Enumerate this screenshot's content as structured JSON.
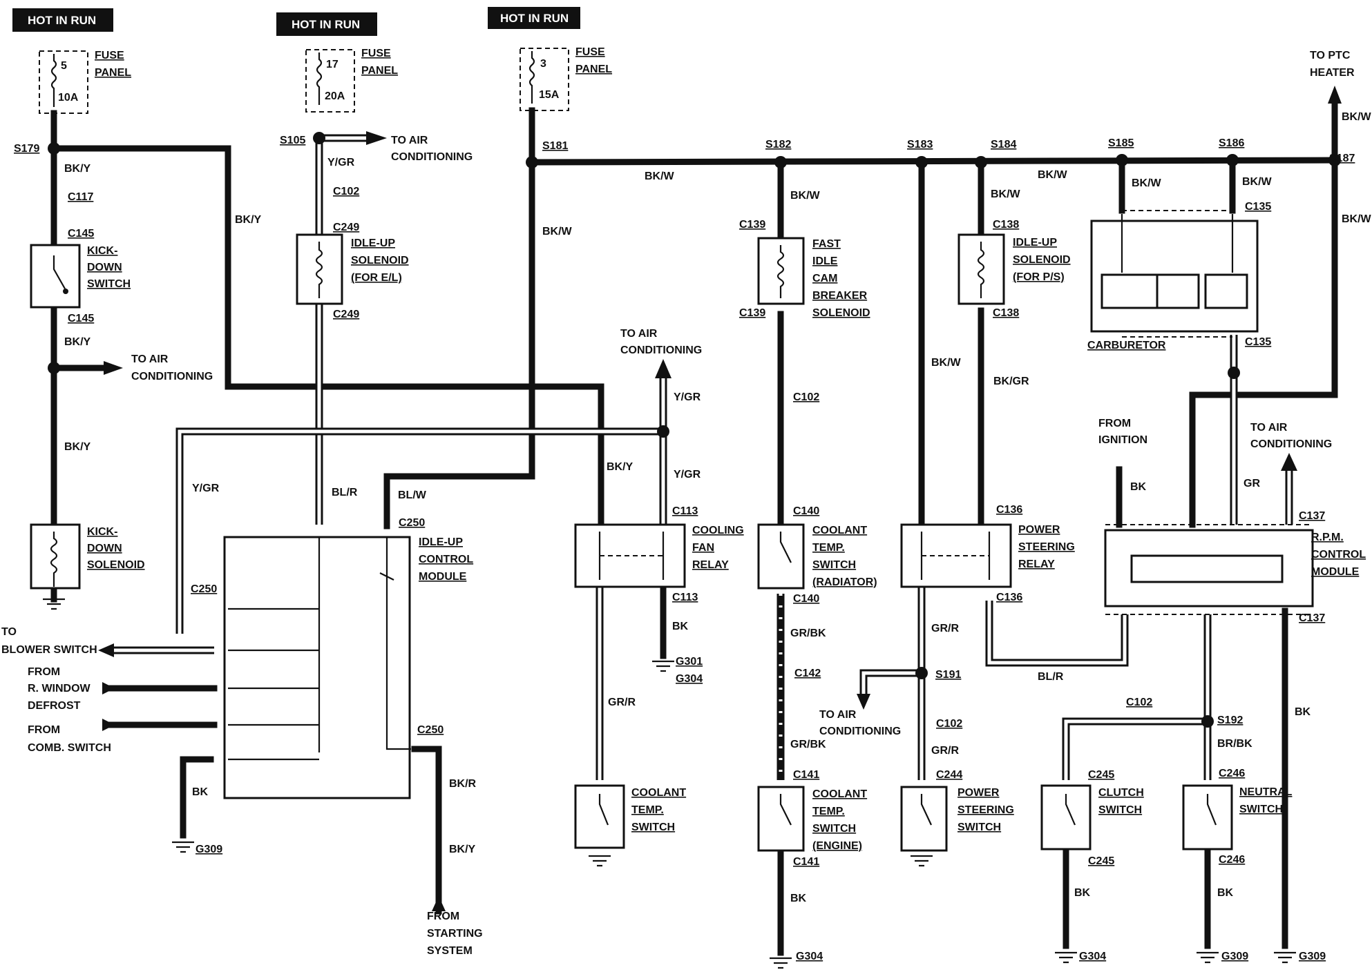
{
  "hot_in_run": [
    "HOT IN RUN",
    "HOT IN RUN",
    "HOT IN RUN"
  ],
  "fuses": [
    {
      "num": "5",
      "amp": "10A",
      "label1": "FUSE",
      "label2": "PANEL"
    },
    {
      "num": "17",
      "amp": "20A",
      "label1": "FUSE",
      "label2": "PANEL"
    },
    {
      "num": "3",
      "amp": "15A",
      "label1": "FUSE",
      "label2": "PANEL"
    }
  ],
  "splices": {
    "s179": "S179",
    "s105": "S105",
    "s181": "S181",
    "s182": "S182",
    "s183": "S183",
    "s184": "S184",
    "s185": "S185",
    "s186": "S186",
    "s187": "S187",
    "s191": "S191",
    "s192": "S192"
  },
  "connectors": {
    "c117": "C117",
    "c145a": "C145",
    "c145b": "C145",
    "c102a": "C102",
    "c249a": "C249",
    "c249b": "C249",
    "c250a": "C250",
    "c250b": "C250",
    "c250c": "C250",
    "c113a": "C113",
    "c113b": "C113",
    "c139a": "C139",
    "c139b": "C139",
    "c102b": "C102",
    "c140a": "C140",
    "c140b": "C140",
    "c142": "C142",
    "c141a": "C141",
    "c141b": "C141",
    "c138a": "C138",
    "c138b": "C138",
    "c136a": "C136",
    "c136b": "C136",
    "c102c": "C102",
    "c244": "C244",
    "c135a": "C135",
    "c135b": "C135",
    "c137a": "C137",
    "c137b": "C137",
    "c102d": "C102",
    "c245a": "C245",
    "c245b": "C245",
    "c246a": "C246",
    "c246b": "C246"
  },
  "grounds": {
    "g309a": "G309",
    "g301": "G301",
    "g304a": "G304",
    "g304b": "G304",
    "g304c": "G304",
    "g309b": "G309",
    "g309c": "G309"
  },
  "wire_colors": {
    "bky1": "BK/Y",
    "bky2": "BK/Y",
    "bky3": "BK/Y",
    "bky4": "BK/Y",
    "bky5": "BK/Y",
    "ygr1": "Y/GR",
    "ygr2": "Y/GR",
    "ygr3": "Y/GR",
    "ygr4": "Y/GR",
    "bkw1": "BK/W",
    "bkw2": "BK/W",
    "bkw3": "BK/W",
    "bkw4": "BK/W",
    "bkw5": "BK/W",
    "bkw6": "BK/W",
    "bkw7": "BK/W",
    "bkw8": "BK/W",
    "bkw9": "BK/W",
    "bkw10": "BK/W",
    "blr1": "BL/R",
    "blr2": "BL/R",
    "blw": "BL/W",
    "bkr": "BK/R",
    "bk1": "BK",
    "bk2": "BK",
    "bk3": "BK",
    "bk4": "BK",
    "bk5": "BK",
    "bk6": "BK",
    "bk7": "BK",
    "grr1": "GR/R",
    "grr2": "GR/R",
    "grr3": "GR/R",
    "grbk1": "GR/BK",
    "grbk2": "GR/BK",
    "bkgr": "BK/GR",
    "gr": "GR",
    "brbk": "BR/BK"
  },
  "components": {
    "kickdown_switch": [
      "KICK-",
      "DOWN",
      "SWITCH"
    ],
    "kickdown_solenoid": [
      "KICK-",
      "DOWN",
      "SOLENOID"
    ],
    "idleup_solenoid_el": [
      "IDLE-UP",
      "SOLENOID",
      "(FOR E/L)"
    ],
    "idleup_module": [
      "IDLE-UP",
      "CONTROL",
      "MODULE"
    ],
    "cooling_fan_relay": [
      "COOLING",
      "FAN",
      "RELAY"
    ],
    "coolant_temp_switch": [
      "COOLANT",
      "TEMP.",
      "SWITCH"
    ],
    "fast_idle": [
      "FAST",
      "IDLE",
      "CAM",
      "BREAKER",
      "SOLENOID"
    ],
    "coolant_radiator": [
      "COOLANT",
      "TEMP.",
      "SWITCH",
      "(RADIATOR)"
    ],
    "coolant_engine": [
      "COOLANT",
      "TEMP.",
      "SWITCH",
      "(ENGINE)"
    ],
    "idleup_solenoid_ps": [
      "IDLE-UP",
      "SOLENOID",
      "(FOR P/S)"
    ],
    "ps_relay": [
      "POWER",
      "STEERING",
      "RELAY"
    ],
    "ps_switch": [
      "POWER",
      "STEERING",
      "SWITCH"
    ],
    "carburetor": "CARBURETOR",
    "rpm_module": [
      "R.P.M.",
      "CONTROL",
      "MODULE"
    ],
    "clutch_switch": [
      "CLUTCH",
      "SWITCH"
    ],
    "neutral_switch": [
      "NEUTRAL",
      "SWITCH"
    ]
  },
  "destinations": {
    "to_ac_1": [
      "TO AIR",
      "CONDITIONING"
    ],
    "to_ac_2": [
      "TO AIR",
      "CONDITIONING"
    ],
    "to_ac_3": [
      "TO AIR",
      "CONDITIONING"
    ],
    "to_ac_4": [
      "TO AIR",
      "CONDITIONING"
    ],
    "to_ac_5": [
      "TO AIR",
      "CONDITIONING"
    ],
    "to_ptc": [
      "TO PTC",
      "HEATER"
    ],
    "to_blower": [
      "TO",
      "BLOWER SWITCH"
    ],
    "from_rwindow": [
      "FROM",
      "R. WINDOW",
      "DEFROST"
    ],
    "from_comb": [
      "FROM",
      "COMB. SWITCH"
    ],
    "from_starting": [
      "FROM",
      "STARTING",
      "SYSTEM"
    ],
    "from_ignition": [
      "FROM",
      "IGNITION"
    ]
  }
}
